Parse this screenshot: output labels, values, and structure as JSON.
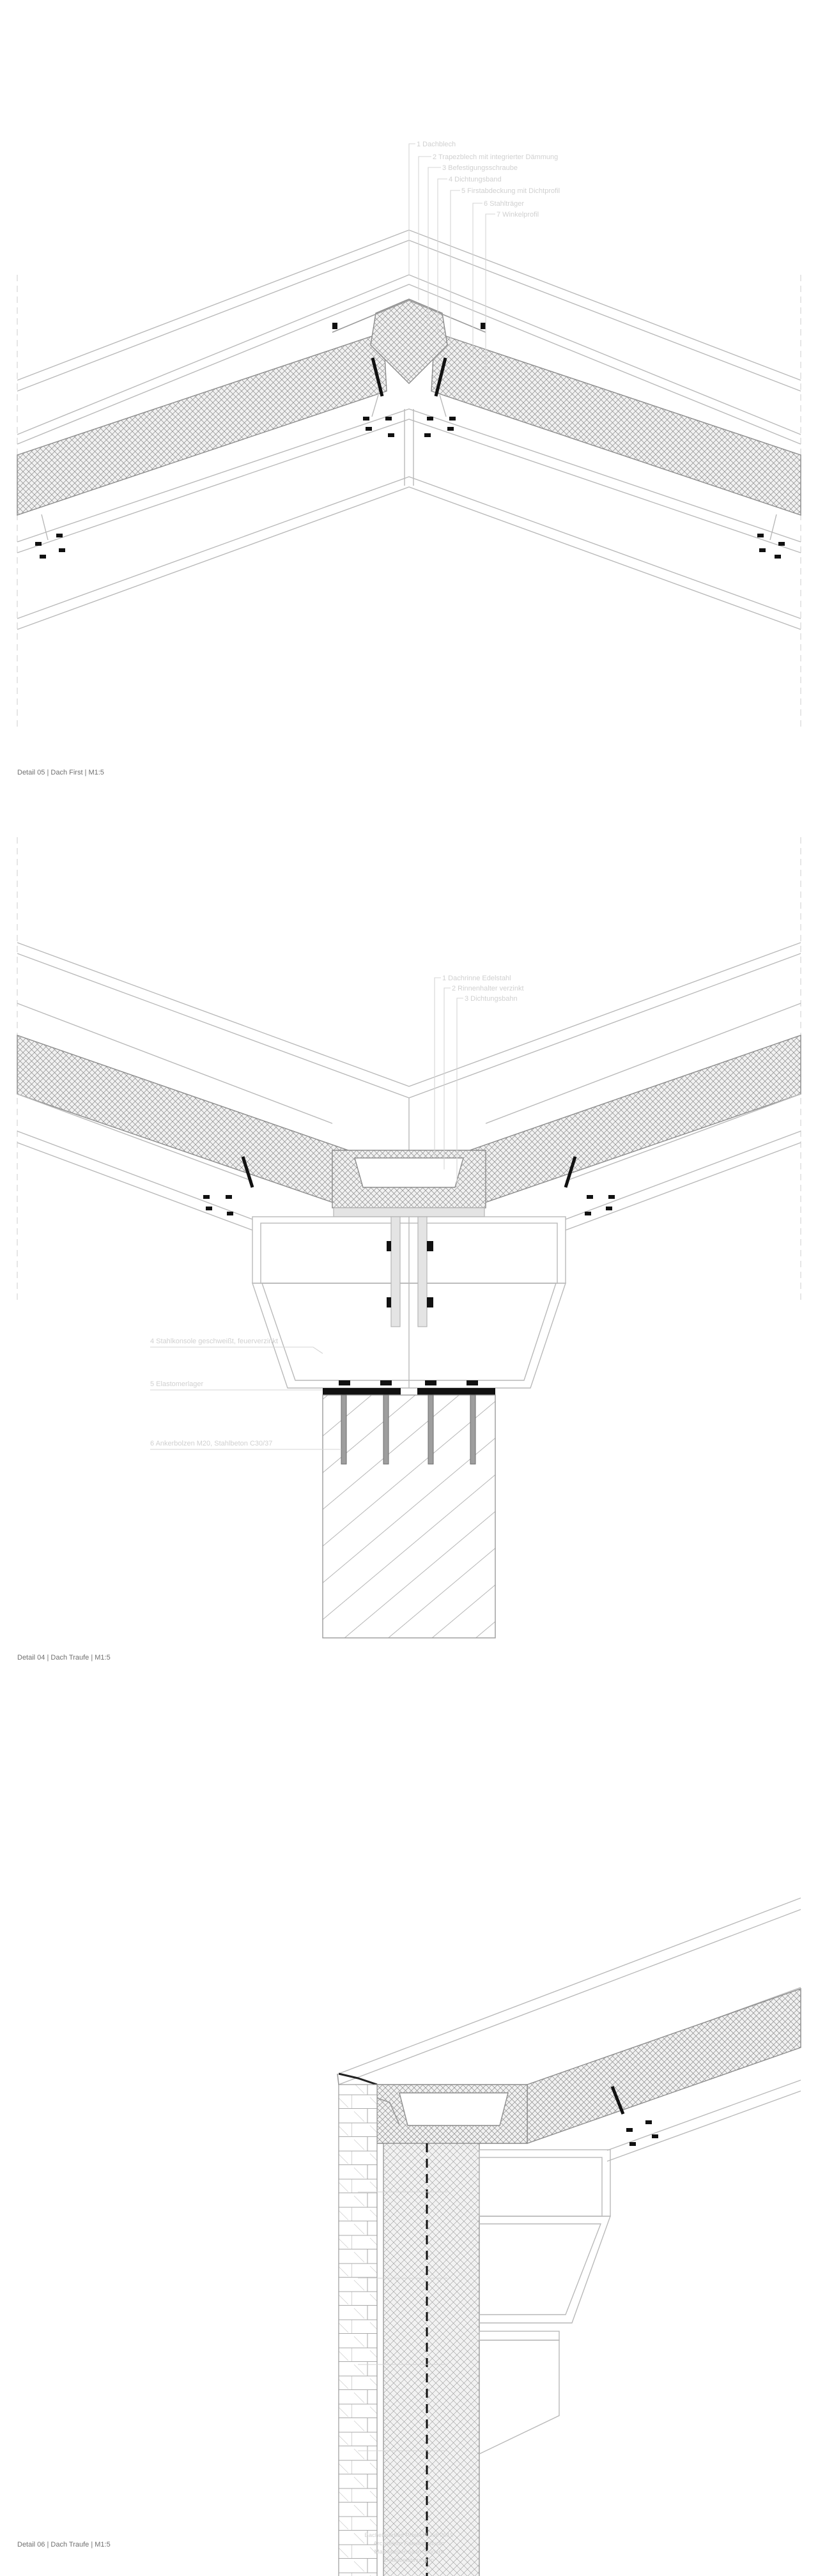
{
  "details": [
    {
      "caption": "Detail 05 | Dach First | M1:5",
      "labels": [
        "1 Dachblech",
        "2 Trapezblech mit integrierter Dämmung",
        "3 Befestigungsschraube",
        "4 Dichtungsband",
        "5 Firstabdeckung mit Dichtprofil",
        "6 Stahlträger",
        "7 Winkelprofil"
      ]
    },
    {
      "caption": "Detail 04 | Dach Traufe | M1:5",
      "labels": [
        "1 Dachrinne Edelstahl",
        "2 Rinnenhalter verzinkt",
        "3 Dichtungsbahn"
      ],
      "side_labels": [
        "4 Stahlkonsole geschweißt, feuerverzinkt",
        "5 Elastomerlager",
        "6 Ankerbolzen M20, Stahlbeton C30/37"
      ]
    },
    {
      "caption": "Detail 06 | Dach Traufe | M1:5"
    }
  ],
  "footer": {
    "line1": "Bachelorarbeit Projekt | Juli 2019",
    "line2": "Architektur Fakultät Studio",
    "line3": "Max Mustermann Student",
    "line4": "Detailzeichnungen"
  }
}
